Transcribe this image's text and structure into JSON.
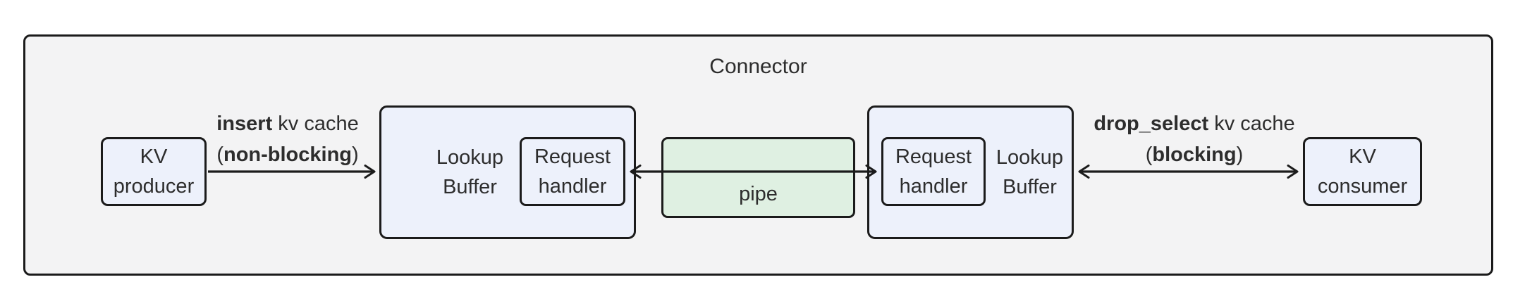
{
  "diagram": {
    "container_label": "Connector",
    "colors": {
      "container_fill": "#f3f3f4",
      "node_fill": "#edf1fb",
      "pipe_fill": "#dff0e2",
      "border": "#1b1b1b",
      "text": "#2d2d2d"
    },
    "nodes": {
      "kv_producer": {
        "line1": "KV",
        "line2": "producer"
      },
      "lookup_buffer_left": {
        "line1": "Lookup",
        "line2": "Buffer"
      },
      "request_handler_left": {
        "line1": "Request",
        "line2": "handler"
      },
      "pipe": {
        "label": "pipe"
      },
      "request_handler_right": {
        "line1": "Request",
        "line2": "handler"
      },
      "lookup_buffer_right": {
        "line1": "Lookup",
        "line2": "Buffer"
      },
      "kv_consumer": {
        "line1": "KV",
        "line2": "consumer"
      }
    },
    "edges": {
      "insert": {
        "bold": "insert",
        "rest": " kv cache",
        "paren_open": "(",
        "sub_bold": "non-blocking",
        "paren_close": ")"
      },
      "drop_select": {
        "bold": "drop_select",
        "rest": " kv cache",
        "paren_open": "(",
        "sub_bold": "blocking",
        "paren_close": ")"
      }
    }
  }
}
